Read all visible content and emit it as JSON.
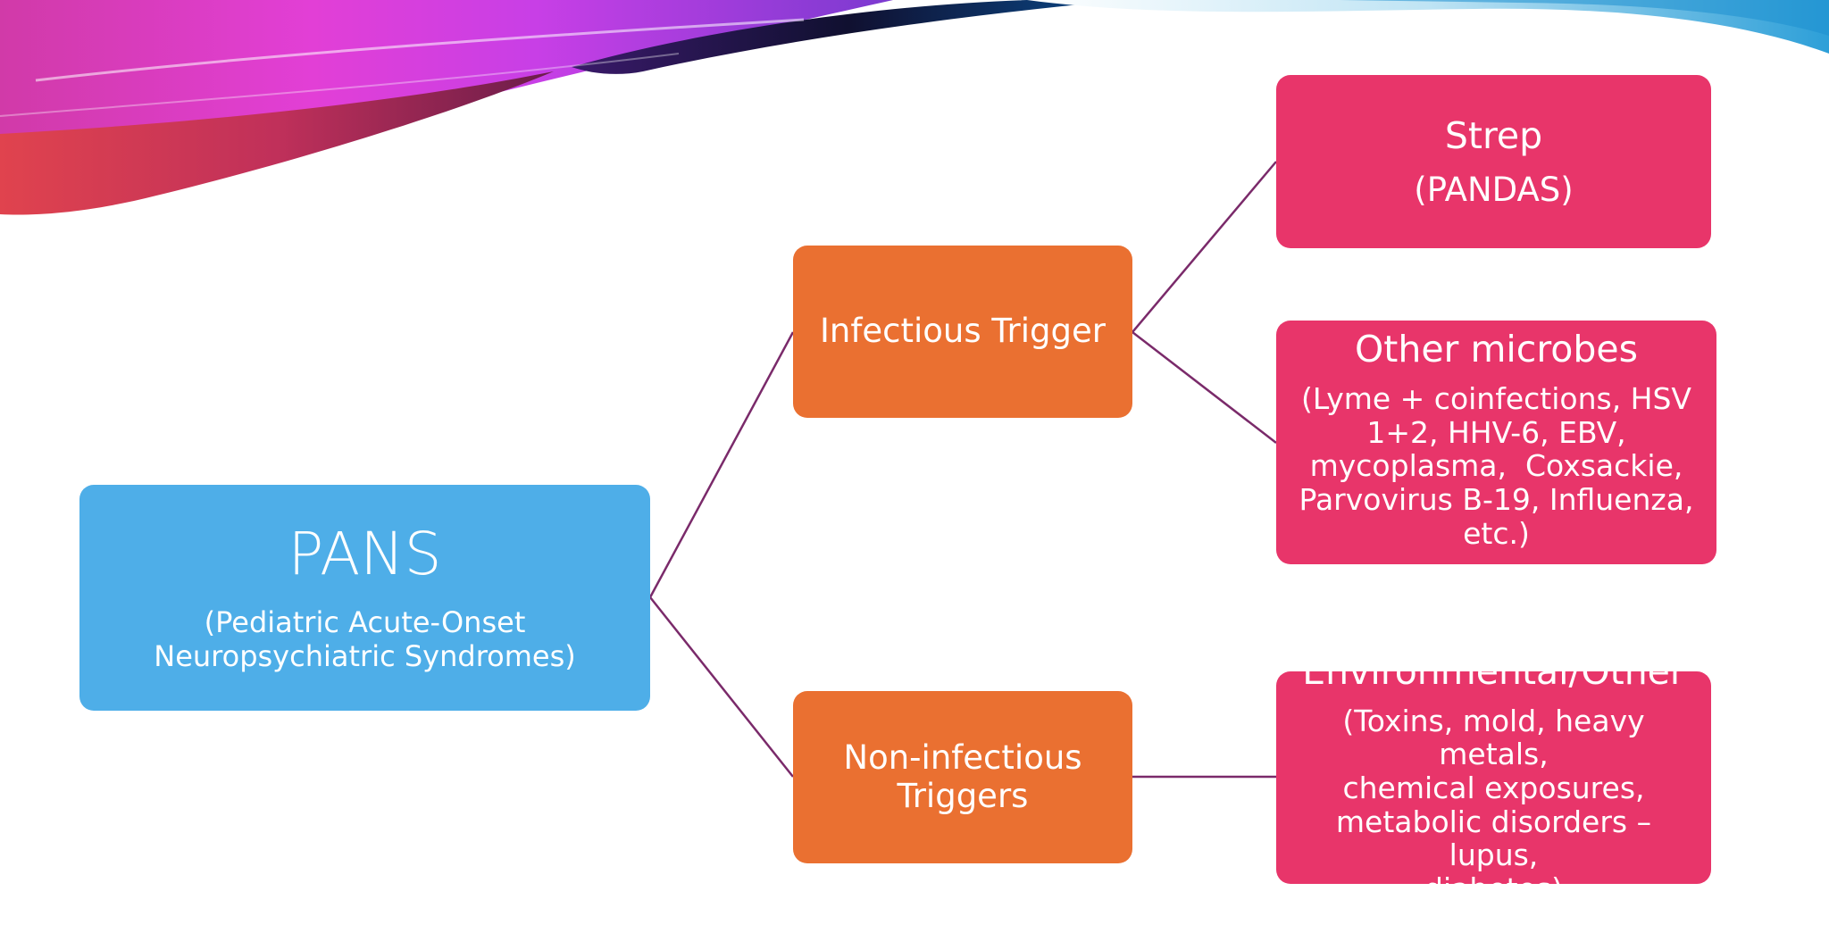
{
  "diagram": {
    "root": {
      "title": "PANS",
      "subtitle_line1": "(Pediatric Acute-Onset",
      "subtitle_line2": "Neuropsychiatric Syndromes)"
    },
    "infectious": {
      "label": "Infectious Trigger"
    },
    "noninfectious": {
      "line1": "Non-infectious",
      "line2": "Triggers"
    },
    "strep": {
      "title": "Strep",
      "subtitle": "(PANDAS)"
    },
    "microbes": {
      "title": "Other microbes",
      "line1": "(Lyme + coinfections, HSV",
      "line2": "1+2, HHV-6, EBV,",
      "line3": "mycoplasma,  Coxsackie,",
      "line4": "Parvovirus B-19, Influenza,",
      "line5": "etc.)"
    },
    "environmental": {
      "title": "Environmental/Other",
      "line1": "(Toxins, mold, heavy metals,",
      "line2": "chemical exposures,",
      "line3": "metabolic disorders – lupus,",
      "line4": "diabetes)"
    }
  },
  "colors": {
    "root": "#4eaee8",
    "mid": "#ea7031",
    "leaf": "#e8356a",
    "connector": "#7a2a6a"
  }
}
